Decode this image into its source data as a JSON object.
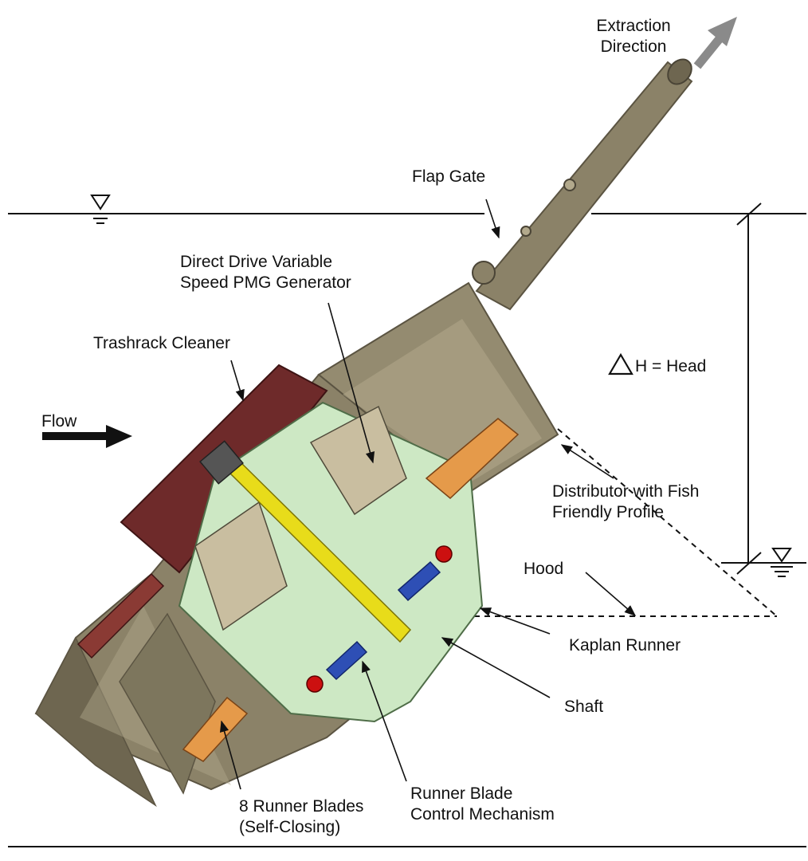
{
  "labels": {
    "extraction_direction": [
      "Extraction",
      "Direction"
    ],
    "flap_gate": "Flap Gate",
    "direct_drive": [
      "Direct Drive Variable",
      "Speed PMG Generator"
    ],
    "trashrack_cleaner": "Trashrack Cleaner",
    "flow": "Flow",
    "head": "H = Head",
    "distributor": [
      "Distributor with Fish",
      "Friendly Profile"
    ],
    "hood": "Hood",
    "kaplan_runner": "Kaplan Runner",
    "shaft": "Shaft",
    "runner_blades": [
      "8 Runner Blades",
      "(Self-Closing)"
    ],
    "blade_control": [
      "Runner Blade",
      "Control Mechanism"
    ]
  },
  "colors": {
    "housing": "#8b8268",
    "housing_dark": "#6e6650",
    "housing_light": "#b2a98c",
    "trashrack": "#6e2a2a",
    "runner_hub": "#cde8c4",
    "shaft": "#e8dc1a",
    "blades": "#e59a4a",
    "control": "#2e4fb5",
    "valve": "#cc1010",
    "arrow_gray": "#8a8a8a",
    "line": "#111111"
  },
  "icons": {
    "water_level": "water-level-icon",
    "delta": "delta-icon",
    "arrow": "arrow-icon"
  }
}
